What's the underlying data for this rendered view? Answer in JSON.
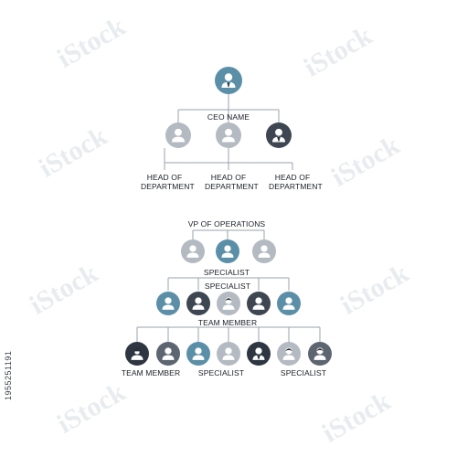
{
  "labels": {
    "ceo_name": "CEO NAME",
    "head1": "HEAD OF DEPARTMENT",
    "head2": "HEAD OF DEPARTMENT",
    "head3": "HEAD OF DEPARTMENT",
    "vp": "VP OF OPERATIONS",
    "specialist_a": "SPECIALIST",
    "specialist_b": "SPECIALIST",
    "team_member_a": "TEAM MEMBER",
    "team_member_b": "TEAM MEMBER",
    "specialist_c": "SPECIALIST",
    "specialist_d": "SPECIALIST"
  },
  "side_text": "1955251191",
  "watermark": "iStock",
  "colors": {
    "blue": "#5b8fa8",
    "gray": "#b4bac1",
    "dark": "#3e4652",
    "line": "#9aa3ac"
  }
}
